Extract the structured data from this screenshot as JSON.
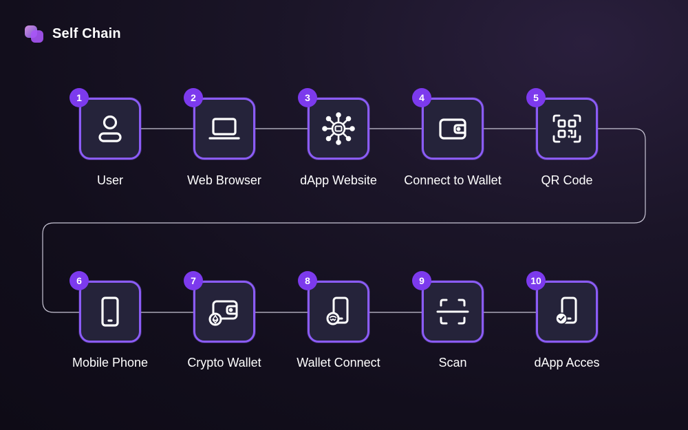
{
  "brand": {
    "name": "Self Chain"
  },
  "colors": {
    "accent": "#8b5cf6",
    "tile": "#25233a",
    "badge": "#7c3aed",
    "line": "#c9c6d6"
  },
  "steps": [
    {
      "number": "1",
      "label": "User",
      "icon": "user-icon"
    },
    {
      "number": "2",
      "label": "Web Browser",
      "icon": "laptop-icon"
    },
    {
      "number": "3",
      "label": "dApp Website",
      "icon": "network-icon"
    },
    {
      "number": "4",
      "label": "Connect to Wallet",
      "icon": "wallet-icon"
    },
    {
      "number": "5",
      "label": "QR Code",
      "icon": "qr-code-icon"
    },
    {
      "number": "6",
      "label": "Mobile Phone",
      "icon": "phone-icon"
    },
    {
      "number": "7",
      "label": "Crypto Wallet",
      "icon": "crypto-wallet-icon"
    },
    {
      "number": "8",
      "label": "Wallet Connect",
      "icon": "walletconnect-phone-icon"
    },
    {
      "number": "9",
      "label": "Scan",
      "icon": "scan-icon"
    },
    {
      "number": "10",
      "label": "dApp Acces",
      "icon": "phone-check-icon"
    }
  ]
}
